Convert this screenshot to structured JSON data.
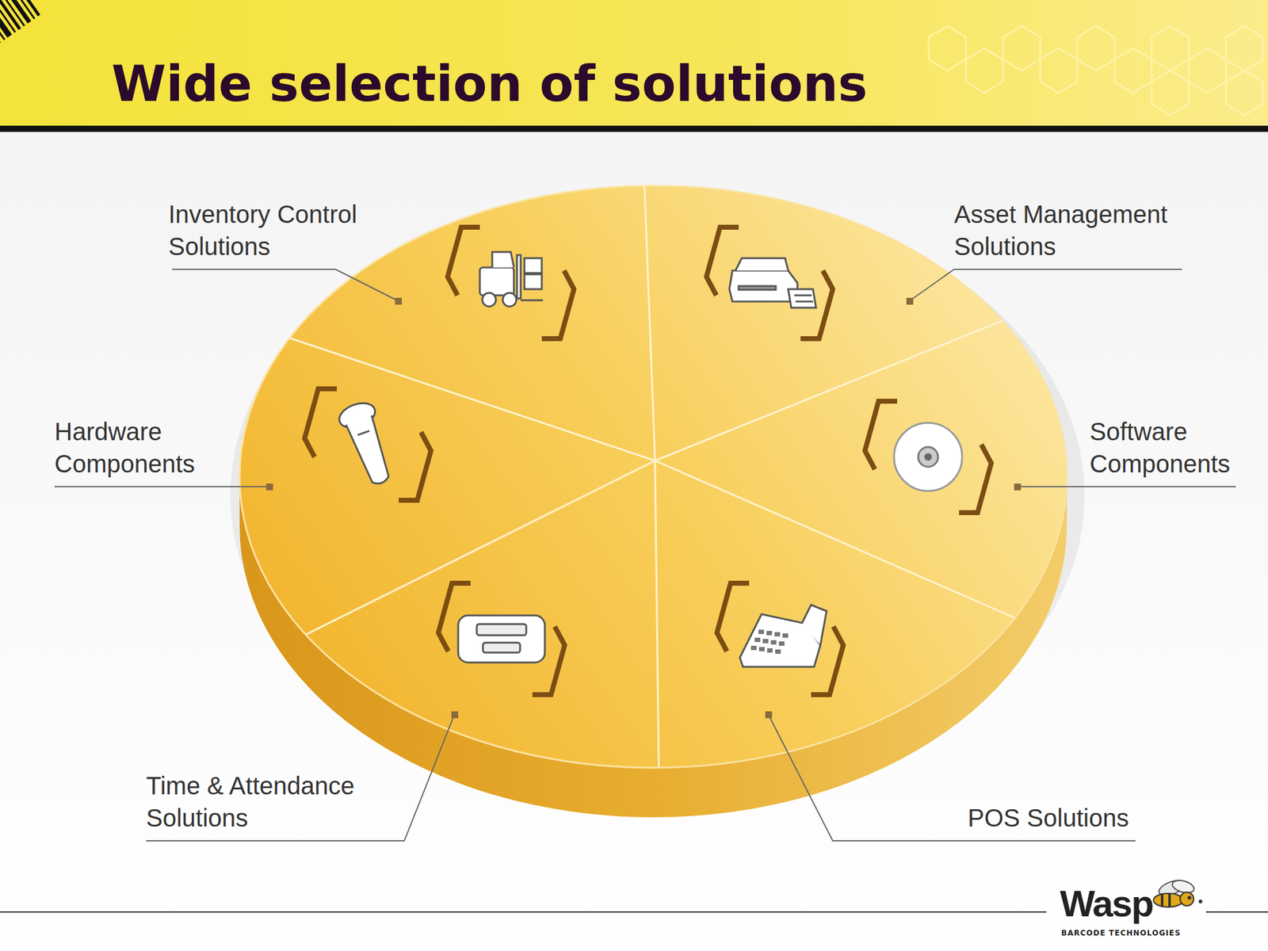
{
  "diagram": {
    "title": "Wide selection of solutions",
    "labels": [
      "Inventory Control Solutions",
      "Asset Management Solutions",
      "Hardware Components",
      "Software Components",
      "Time & Attendance Solutions",
      "POS Solutions",
      "Wasp",
      "BARCODE TECHNOLOGIES"
    ]
  }
}
